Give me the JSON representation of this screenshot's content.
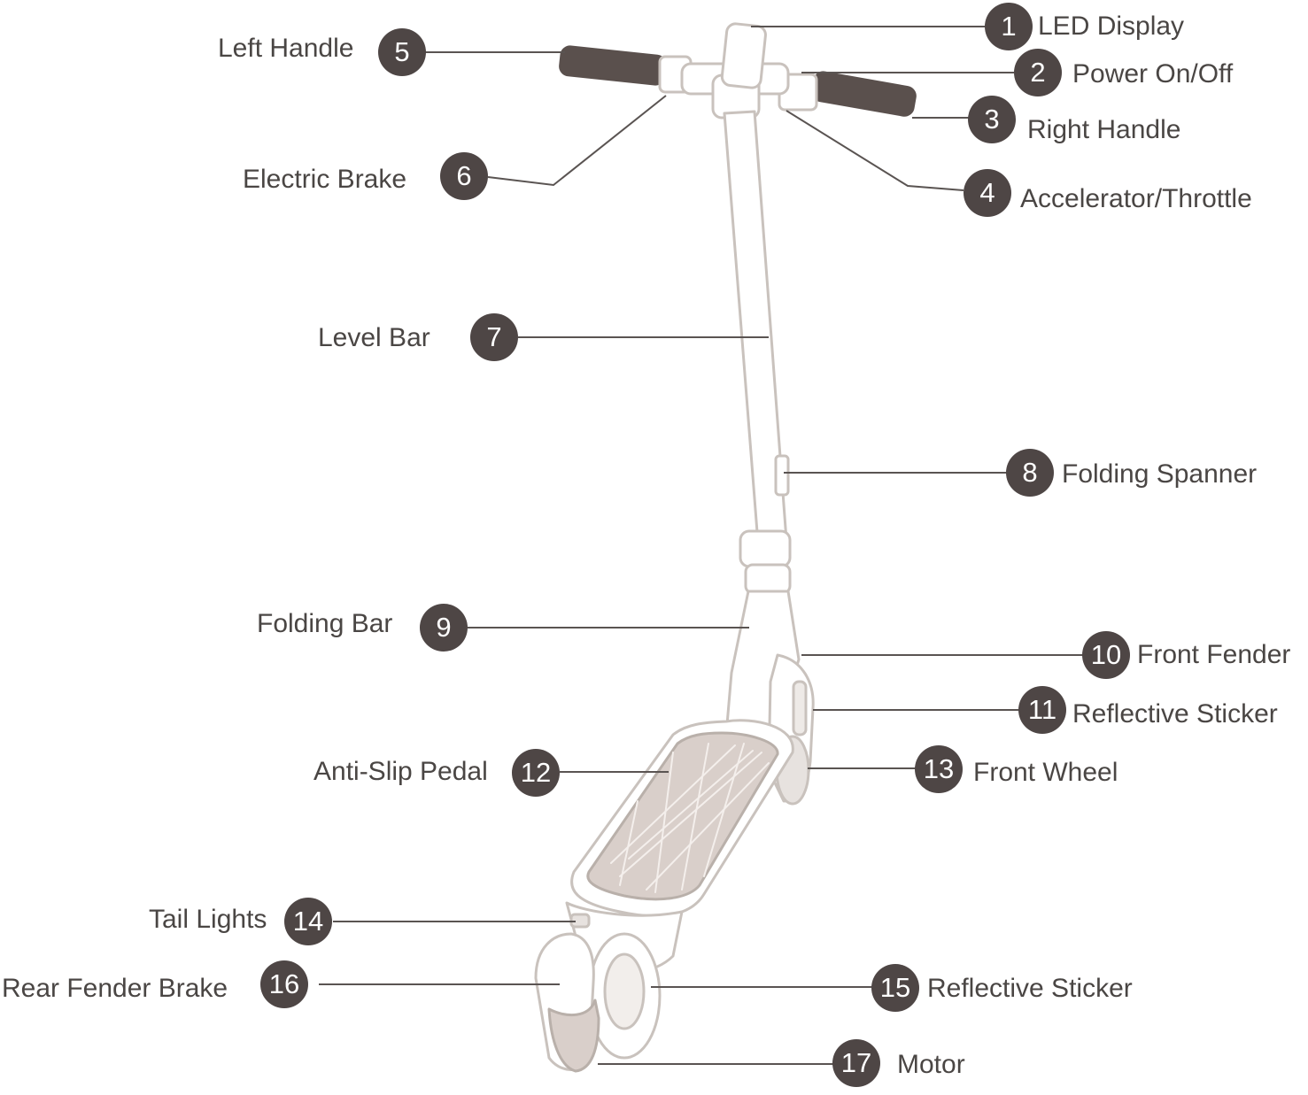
{
  "callouts": [
    {
      "number": "1",
      "label": "LED Display"
    },
    {
      "number": "2",
      "label": "Power On/Off"
    },
    {
      "number": "3",
      "label": "Right Handle"
    },
    {
      "number": "4",
      "label": "Accelerator/Throttle"
    },
    {
      "number": "5",
      "label": "Left Handle"
    },
    {
      "number": "6",
      "label": "Electric Brake"
    },
    {
      "number": "7",
      "label": "Level Bar"
    },
    {
      "number": "8",
      "label": "Folding Spanner"
    },
    {
      "number": "9",
      "label": "Folding Bar"
    },
    {
      "number": "10",
      "label": "Front Fender"
    },
    {
      "number": "11",
      "label": "Reflective Sticker"
    },
    {
      "number": "12",
      "label": "Anti-Slip Pedal"
    },
    {
      "number": "13",
      "label": "Front Wheel"
    },
    {
      "number": "14",
      "label": "Tail Lights"
    },
    {
      "number": "15",
      "label": "Reflective Sticker"
    },
    {
      "number": "16",
      "label": "Rear Fender Brake"
    },
    {
      "number": "17",
      "label": "Motor"
    }
  ],
  "colors": {
    "badge": "#4e4645",
    "text": "#4a4644",
    "line": "#5a5452",
    "scooter_outline": "#c9c2bd"
  },
  "illustration": "kick-scooter"
}
